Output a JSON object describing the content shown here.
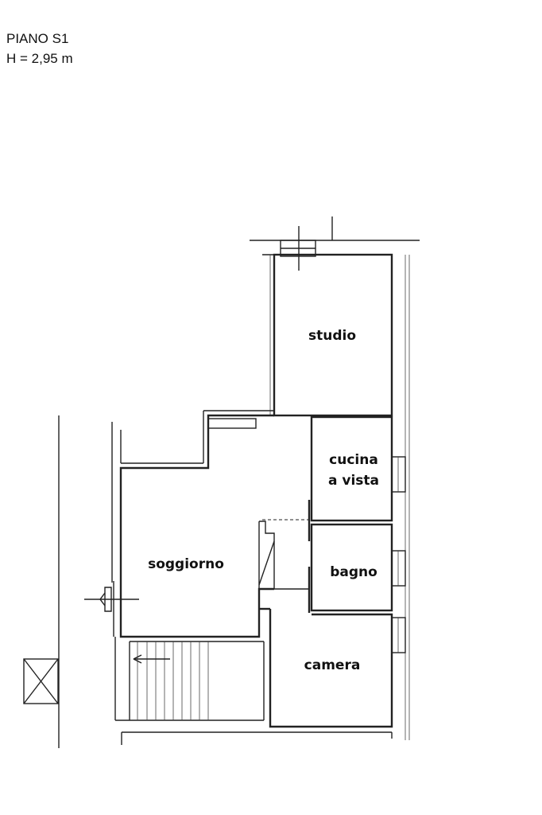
{
  "header": {
    "floor": "PIANO S1",
    "height": "H = 2,95 m"
  },
  "rooms": {
    "studio": "studio",
    "cucina_line1": "cucina",
    "cucina_line2": "a vista",
    "soggiorno": "soggiorno",
    "bagno": "bagno",
    "camera": "camera"
  }
}
